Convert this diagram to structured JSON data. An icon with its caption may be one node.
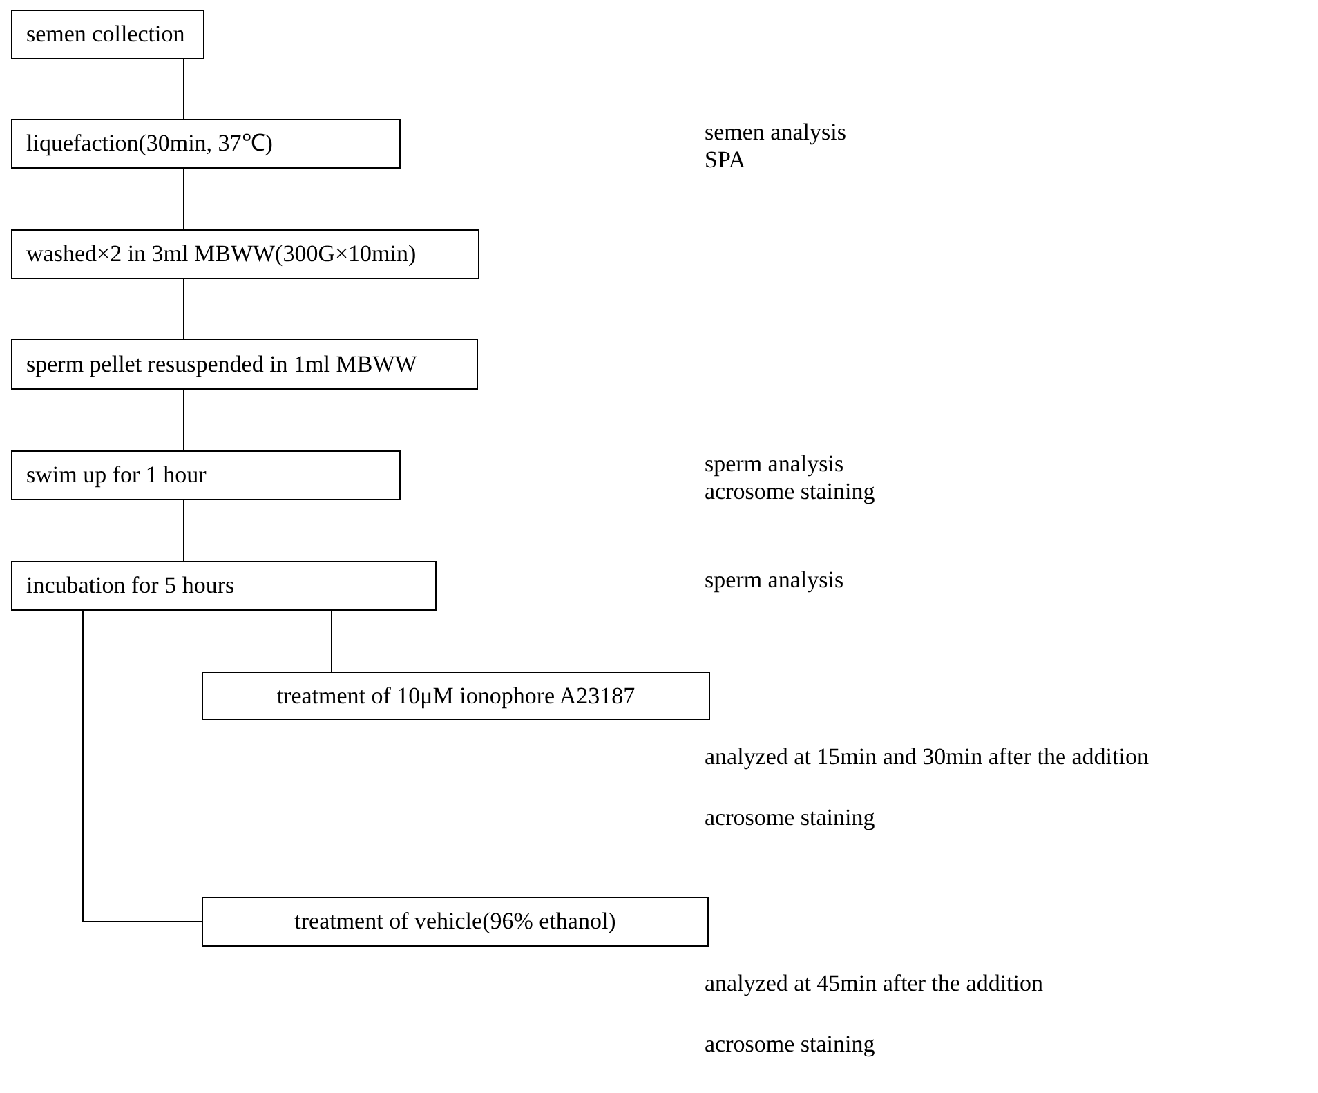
{
  "diagram": {
    "nodes": [
      {
        "text": [
          "semen collection"
        ]
      },
      {
        "text": [
          "liquefaction(30min, 37℃)"
        ]
      },
      {
        "text": [
          "washed×2 in 3ml MBWW(300G×10min)"
        ]
      },
      {
        "text": [
          "sperm pellet resuspended in 1ml MBWW"
        ]
      },
      {
        "text": [
          "swim up for 1 hour"
        ]
      },
      {
        "text": [
          "incubation for 5 hours"
        ]
      },
      {
        "text": [
          "treatment of 10μM ionophore A23187"
        ]
      },
      {
        "text": [
          "treatment of vehicle(96% ethanol)"
        ]
      }
    ],
    "edges": [
      {
        "from": 0,
        "to": 1,
        "arrow": "none"
      },
      {
        "from": 1,
        "to": 2,
        "arrow": "none"
      },
      {
        "from": 2,
        "to": 3,
        "arrow": "none"
      },
      {
        "from": 3,
        "to": 4,
        "arrow": "none"
      },
      {
        "from": 4,
        "to": 5,
        "arrow": "none"
      },
      {
        "from": 5,
        "to": 6,
        "arrow": "none"
      },
      {
        "from": 5,
        "to": 7,
        "arrow": "none"
      }
    ],
    "labels": [
      "semen analysis",
      "SPA",
      "sperm analysis",
      "acrosome staining",
      "sperm analysis",
      "analyzed at 15min and 30min after the addition",
      "acrosome staining",
      "analyzed at 45min after the addition",
      "acrosome staining"
    ]
  }
}
